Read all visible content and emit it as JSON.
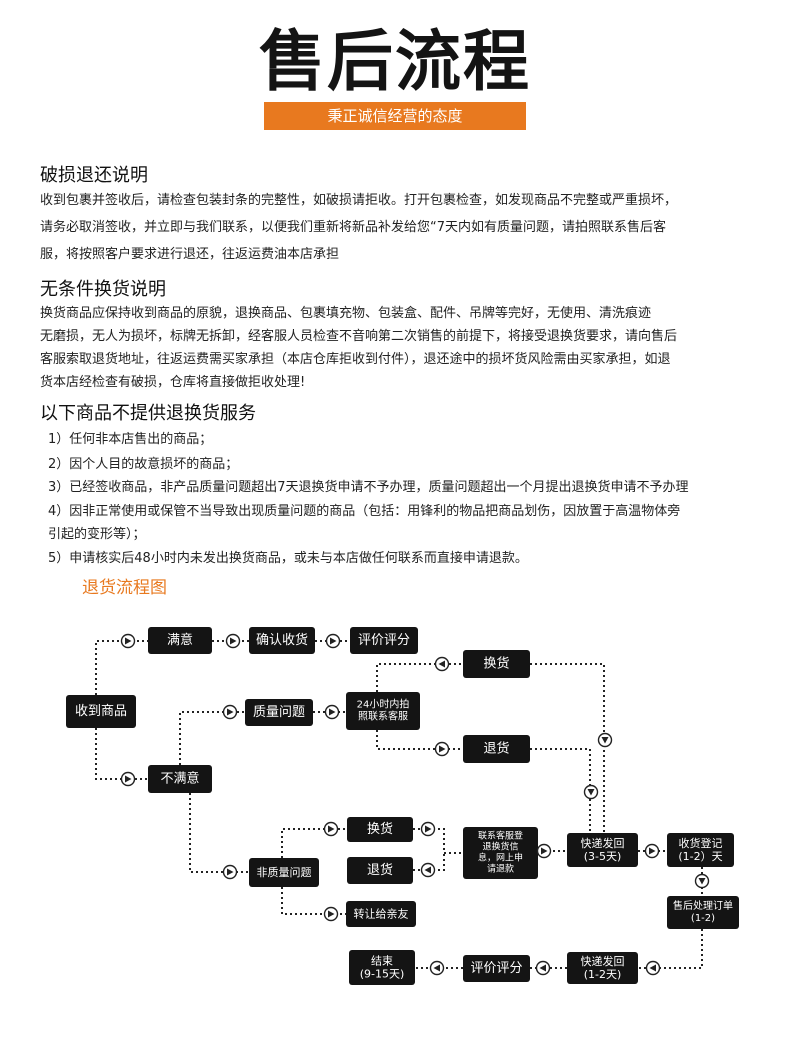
{
  "header": {
    "title": "售后流程",
    "banner": "秉正诚信经营的态度"
  },
  "sections": [
    {
      "heading": "破损退还说明",
      "lines": [
        "收到包裹并签收后，请检查包装封条的完整性，如破损请拒收。打开包裹检查，如发现商品不完整或严重损坏，",
        "请务必取消签收，并立即与我们联系，以便我们重新将新品补发给您“7天内如有质量问题，请拍照联系售后客",
        "服，将按照客户要求进行退还，往返运费油本店承担"
      ]
    },
    {
      "heading": "无条件换货说明",
      "lines": [
        "换货商品应保持收到商品的原貌，退换商品、包裹填充物、包装盒、配件、吊牌等完好，无使用、清洗痕迹",
        "无磨损，无人为损坏，标牌无拆卸，经客服人员检查不音响第二次销售的前提下，将接受退换货要求，请向售后",
        "客服索取退货地址，往返运费需买家承担（本店仓库拒收到付件），退还途中的损坏货风险需由买家承担，如退",
        "货本店经检查有破损，仓库将直接做拒收处理!"
      ]
    },
    {
      "heading": "以下商品不提供退换货服务",
      "lines": [
        "1）任何非本店售出的商品；",
        "2）因个人目的故意损坏的商品；",
        "3）已经签收商品，非产品质量问题超出7天退换货申请不予办理，质量问题超出一个月提出退换货申请不予办理",
        "4）因非正常使用或保管不当导致出现质量问题的商品（包括：用锋利的物品把商品划伤，因放置于高温物体旁",
        "引起的变形等）；",
        "5）申请核实后48小时内未发出换货商品，或未与本店做任何联系而直接申请退款。"
      ]
    }
  ],
  "flow": {
    "title": "退货流程图",
    "nodes": {
      "received": "收到商品",
      "satisfied": "满意",
      "confirm": "确认收货",
      "rate1": "评价评分",
      "unsatisfied": "不满意",
      "quality": "质量问题",
      "contact24": [
        "24小时内拍",
        "照联系客服"
      ],
      "exchange1": "换货",
      "return1": "退货",
      "nonquality": "非质量问题",
      "exchange2": "换货",
      "return2": "退货",
      "gift": "转让给亲友",
      "contactcs": [
        "联系客服登",
        "退换货信",
        "息，网上申",
        "请退款"
      ],
      "ship1": [
        "快递发回",
        "(3-5天)"
      ],
      "receipt": [
        "收货登记",
        "(1-2）天"
      ],
      "process": [
        "售后处理订单",
        "(1-2)"
      ],
      "ship2": [
        "快递发回",
        "(1-2天)"
      ],
      "rate2": "评价评分",
      "end": [
        "结束",
        "(9-15天)"
      ]
    }
  }
}
